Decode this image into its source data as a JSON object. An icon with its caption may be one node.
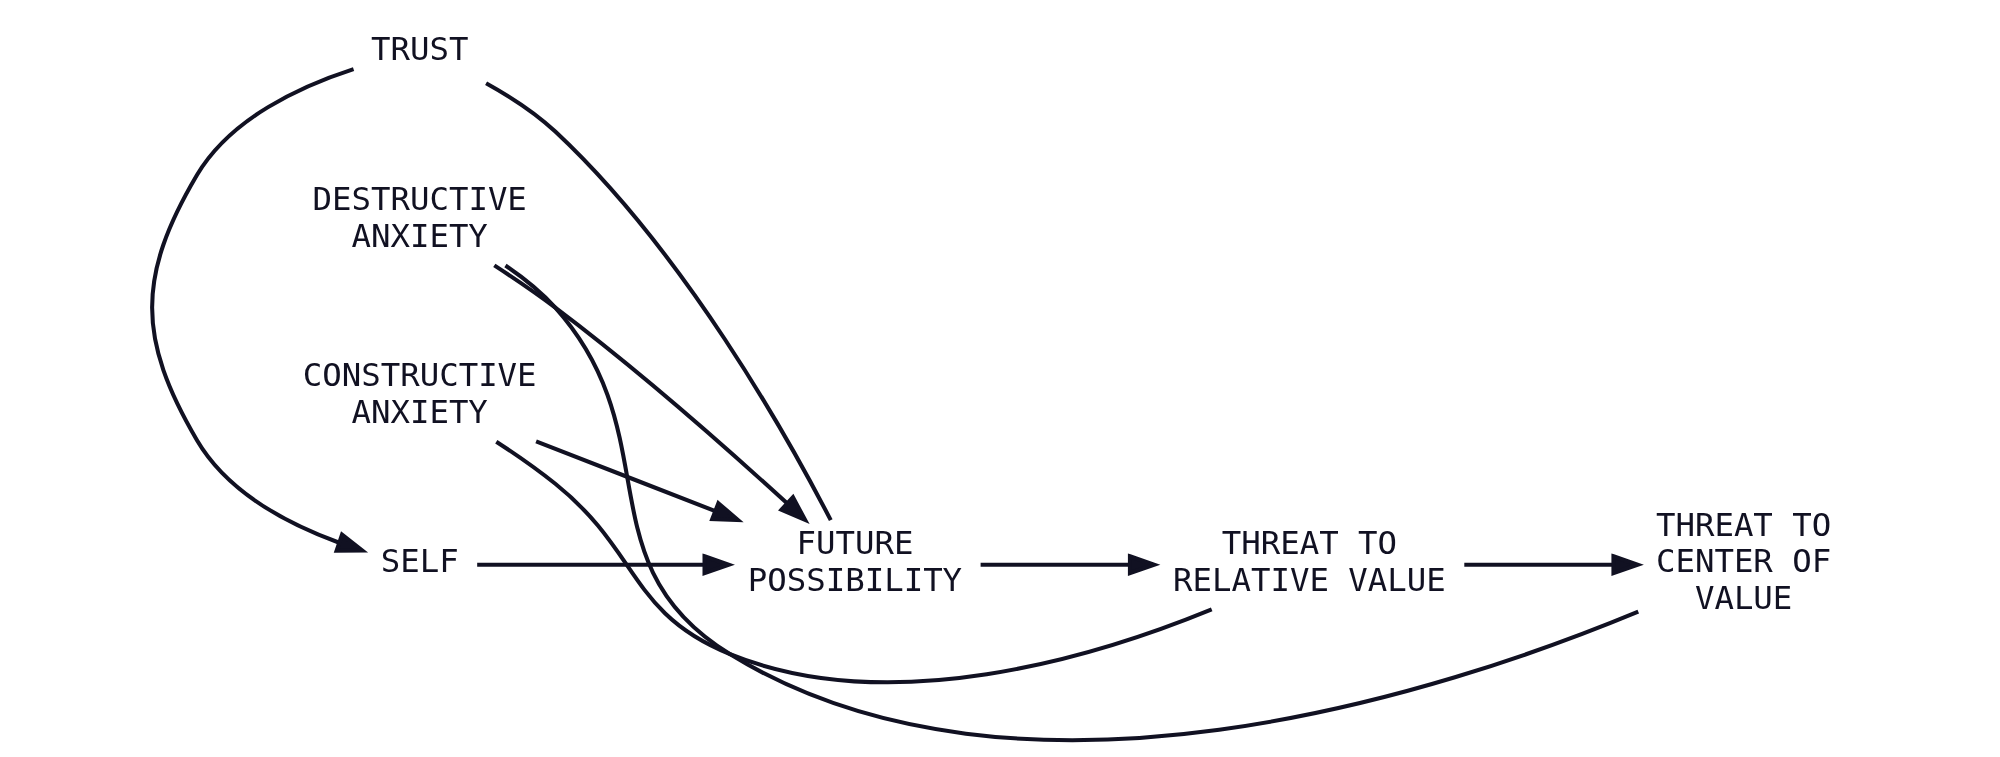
{
  "diagram": {
    "nodes": [
      {
        "text": [
          "TRUST"
        ]
      },
      {
        "text": [
          "SELF"
        ]
      },
      {
        "text": [
          "FUTURE POSSIBILITY"
        ]
      },
      {
        "text": [
          "THREAT TO RELATIVE VALUE"
        ]
      },
      {
        "text": [
          "THREAT TO CENTER OF VALUE"
        ]
      },
      {
        "text": [
          "CONSTRUCTIVE ANXIETY"
        ]
      },
      {
        "text": [
          "DESTRUCTIVE ANXIETY"
        ]
      }
    ],
    "edges": [
      {
        "from": 2,
        "to": 0,
        "arrow": "none"
      },
      {
        "from": 0,
        "to": 1,
        "arrow": "to"
      },
      {
        "from": 1,
        "to": 2,
        "arrow": "to"
      },
      {
        "from": 2,
        "to": 3,
        "arrow": "to"
      },
      {
        "from": 3,
        "to": 4,
        "arrow": "to"
      },
      {
        "from": 3,
        "to": 5,
        "arrow": "none"
      },
      {
        "from": 5,
        "to": 2,
        "arrow": "to"
      },
      {
        "from": 4,
        "to": 6,
        "arrow": "none"
      },
      {
        "from": 6,
        "to": 2,
        "arrow": "to"
      }
    ]
  }
}
